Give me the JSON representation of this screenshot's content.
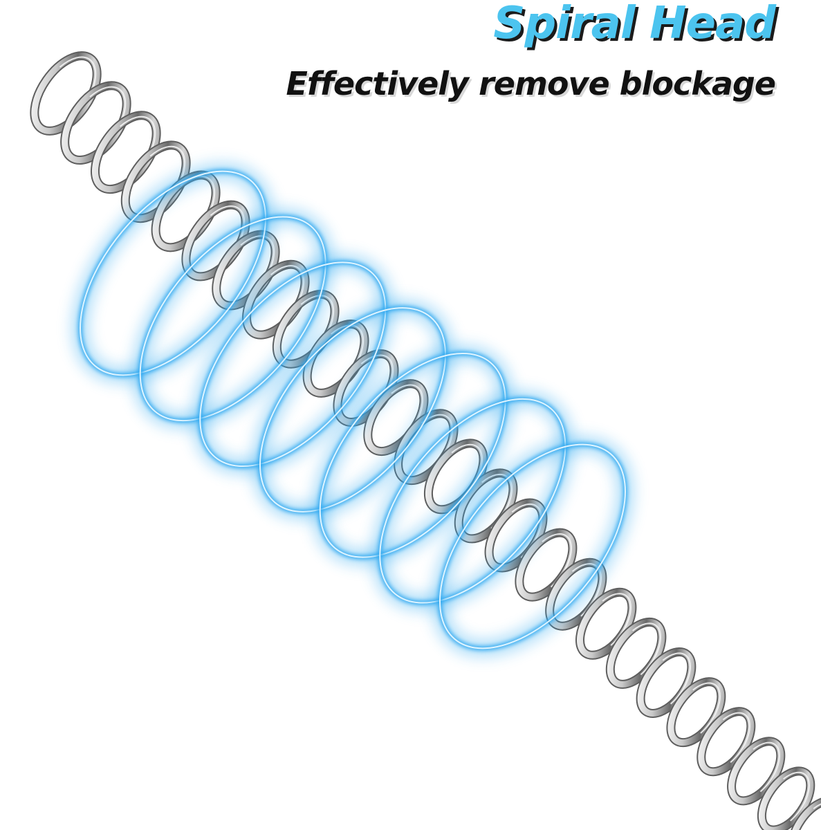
{
  "headline": {
    "title": "Spiral Head",
    "subtitle": "Effectively remove blockage"
  },
  "colors": {
    "title_fill": "#4cc4ef",
    "title_shadow": "#1b1b1b",
    "subtitle_fill": "#111111",
    "background": "#ffffff",
    "steel_light": "#f4f4f4",
    "steel_mid": "#b9b9b9",
    "steel_dark": "#5e5e5e",
    "glow_blue": "#2fa8f0",
    "glow_core": "#e9f8ff"
  },
  "illustration": {
    "subject": "stainless-steel-spiral-spring",
    "effect": "blue-swirl-glow",
    "coil_turns": 26,
    "swirl_rings": 7
  }
}
